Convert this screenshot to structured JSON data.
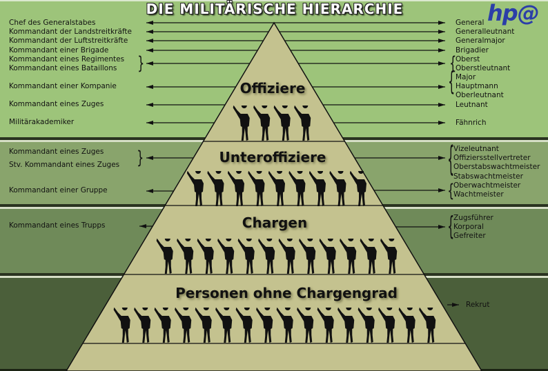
{
  "title": "DIE MILITÄRISCHE HIERARCHIE",
  "logo": "hp@",
  "levels": [
    {
      "name": "Offiziere",
      "soldier_count": 4
    },
    {
      "name": "Unteroffiziere",
      "soldier_count": 9
    },
    {
      "name": "Chargen",
      "soldier_count": 12
    },
    {
      "name": "Personen ohne Chargengrad",
      "soldier_count": 16
    }
  ],
  "functions": [
    "Chef des Generalstabes",
    "Kommandant der Landstreitkräfte",
    "Kommandant der Luftstreitkräfte",
    "Kommandant einer Brigade",
    "Kommandant eines Regimentes",
    "Kommandant eines Bataillons",
    "Kommandant einer Kompanie",
    "Kommandant eines Zuges",
    "Militärakademiker",
    "Kommandant eines Zuges",
    "Stv. Kommandant eines Zuges",
    "Kommandant einer Gruppe",
    "Kommandant eines Trupps"
  ],
  "ranks": [
    "General",
    "Generalleutnant",
    "Generalmajor",
    "Brigadier",
    "Oberst",
    "Oberstleutnant",
    "Major",
    "Hauptmann",
    "Oberleutnant",
    "Leutnant",
    "Fähnrich",
    "Vizeleutnant",
    "Offiziersstellvertreter",
    "Oberstabswachtmeister",
    "Stabswachtmeister",
    "Oberwachtmeister",
    "Wachtmeister",
    "Zugsführer",
    "Korporal",
    "Gefreiter",
    "Rekrut"
  ],
  "colors": {
    "band1": "#9dc47a",
    "band2": "#89a46c",
    "band3": "#6f8a59",
    "band4": "#4b5f3a",
    "pyramid": "#c4c28f",
    "logo": "#2b3ea8"
  }
}
